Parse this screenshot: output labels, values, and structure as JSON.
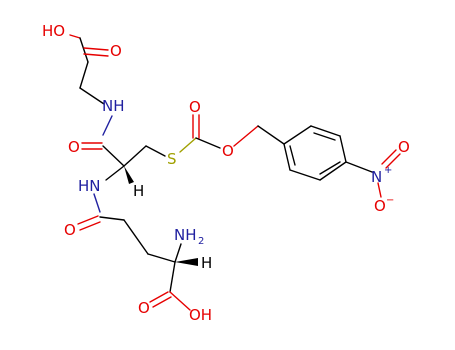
{
  "colors": {
    "oxygen": "#e60000",
    "nitrogen": "#2020a0",
    "sulfur": "#a0a000",
    "carbon_bond": "#000000",
    "background": "#ffffff"
  },
  "atoms": {
    "oh_top": "HO",
    "o_top": "O",
    "nh_top": "NH",
    "o_amide_top": "O",
    "s": "S",
    "o_ester_carbonyl": "O",
    "o_ester": "O",
    "n_nitro": "N",
    "n_nitro_plus": "+",
    "o_nitro_top": "O",
    "o_nitro_bottom": "O",
    "o_nitro_minus": "−",
    "nh_mid": "HN",
    "h_stereo_mid": "H",
    "o_amide_left": "O",
    "nh2": "NH",
    "nh2_sub": "2",
    "h_stereo_bottom": "H",
    "o_acid_bottom": "O",
    "oh_bottom": "OH"
  }
}
